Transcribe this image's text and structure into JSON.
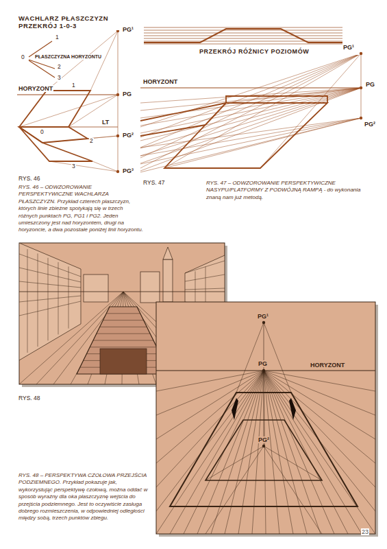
{
  "diagram": {
    "labels": [
      "WACHLARZ PŁASZCZYZN PRZEKRÓJ 1-0-3",
      "PG¹",
      "0",
      "PŁASZCZYZNA HORYZONTU",
      "1",
      "2",
      "3",
      "HORYZONT",
      "1",
      "PG",
      "0",
      "LT",
      "2",
      "PG²",
      "3",
      "PG³",
      "RYS. 46",
      "RYS. 46 – ODWZOROWANIE PERSPEKTYWICZNE WACHLARZA PŁASZCZYZN. Przykład czterech płaszczyzn, których linie zbieżne spotykają się w trzech różnych punktach PG, PG1 i PG2. Jeden umieszczony jest nad horyzontem, drugi na horyzoncie, a dwa pozostałe poniżej linii horyzontu.",
      "PRZEKRÓJ RÓŻNICY POZIOMÓW",
      "PG¹",
      "HORYZONT",
      "PG",
      "PG²",
      "RYS. 47",
      "RYS. 47 – ODWZOROWANIE PERSPEKTYWICZNE NASYPU/PLATFORMY Z PODWÓJNĄ RAMPĄ - do wykonania znaną nam już metodą.",
      "RYS. 48",
      "PG¹",
      "PG",
      "HORYZONT",
      "PG²",
      "RYS. 48 – PERSPEKTYWA CZOŁOWA PRZEJŚCIA PODZIEMNEGO. Przykład pokazuje jak, wykorzystując perspektywę czołową, można oddać w sposób wyraźny dla oka płaszczyznę wejścia do przejścia podziemnego. Jest to oczywiście zasługa dobrego rozmieszczenia, w odpowiedniej odległości między sobą, trzech punktów zbiegu.",
      "23"
    ]
  }
}
